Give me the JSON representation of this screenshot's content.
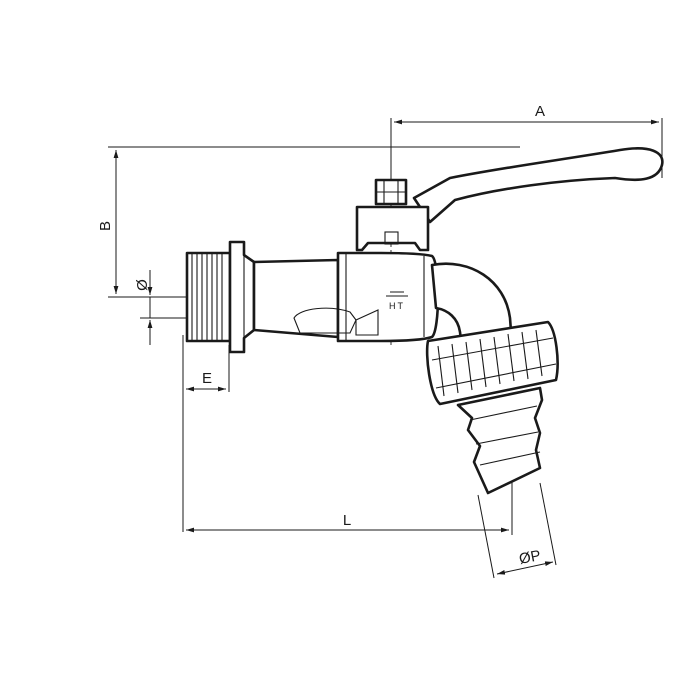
{
  "dimensions": {
    "A": "A",
    "B": "B",
    "diameter": "Ø",
    "E": "E",
    "L": "L",
    "OP": "ØP"
  },
  "logo_text": "HT"
}
